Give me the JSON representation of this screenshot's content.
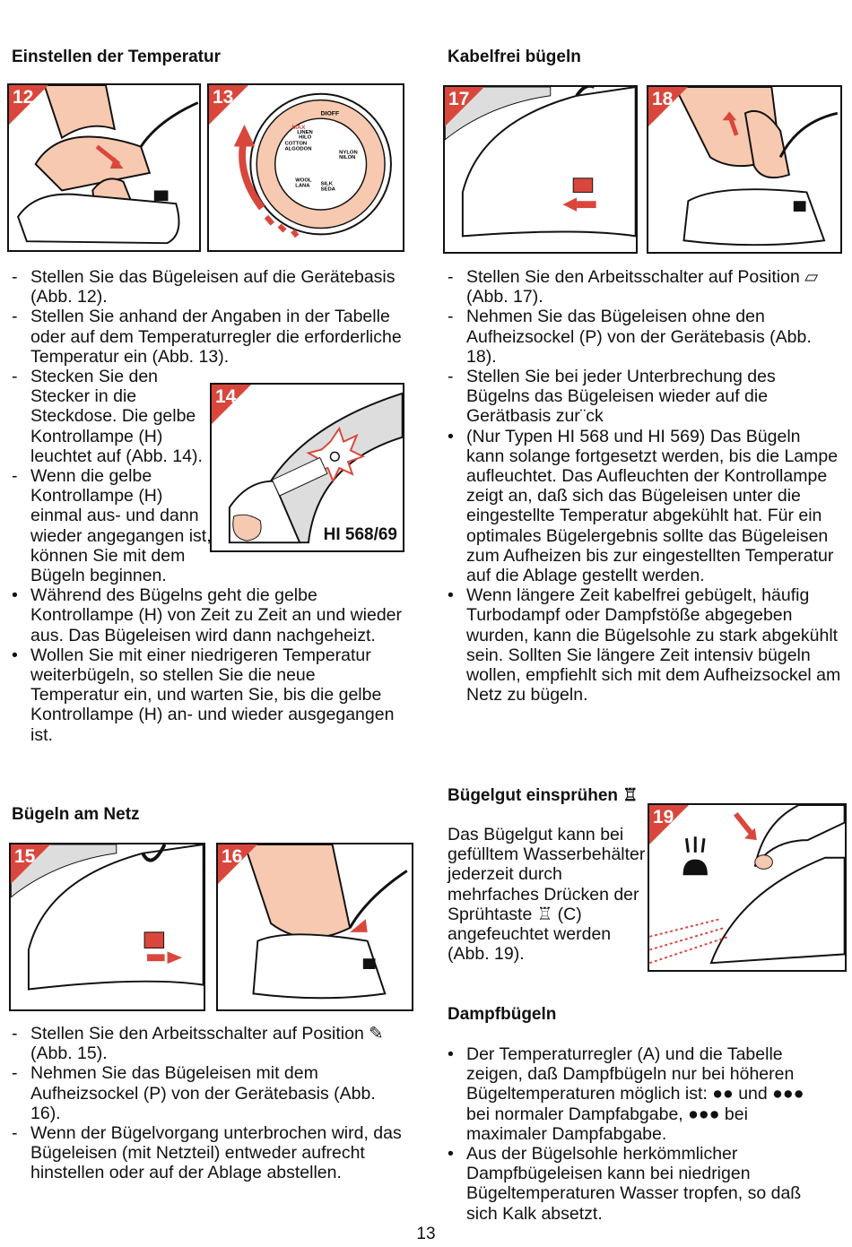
{
  "left": {
    "h_temp": "Einstellen der Temperatur",
    "fig12": "12",
    "fig13": "13",
    "fig14": "14",
    "fig14_model": "HI 568/69",
    "dial": {
      "max": "MAX",
      "dioff": "DIOFF",
      "linen": "LINEN",
      "hilo": "HILO",
      "cotton": "COTTON",
      "algodon": "ALGODON",
      "nylon": "NYLON",
      "nilon": "NILON",
      "wool": "WOOL",
      "lana": "LANA",
      "silk": "SILK",
      "seda": "SEDA"
    },
    "temp_items": [
      {
        "m": "-",
        "t": "Stellen Sie das Bügeleisen auf die Gerätebasis (Abb. 12)."
      },
      {
        "m": "-",
        "t": "Stellen Sie anhand der Angaben in der Tabelle oder auf dem Temperaturregler die erforderliche Temperatur ein (Abb. 13)."
      },
      {
        "m": "-",
        "t": "Stecken Sie den Stecker in die Steckdose. Die gelbe Kontrollampe (H) leuchtet auf (Abb. 14)."
      },
      {
        "m": "-",
        "t": "Wenn die gelbe Kontrollampe (H) einmal aus- und dann wieder angegangen ist, können Sie mit dem Bügeln beginnen."
      },
      {
        "m": "•",
        "t": "Während des Bügelns geht die gelbe Kontrollampe (H) von Zeit zu Zeit an und wieder aus. Das Bügeleisen wird dann nachgeheizt."
      },
      {
        "m": "•",
        "t": "Wollen Sie mit einer niedrigeren Temperatur weiterbügeln, so stellen Sie die neue Temperatur ein, und warten Sie, bis die gelbe Kontrollampe (H) an- und wieder ausgegangen ist."
      }
    ],
    "h_netz": "Bügeln am Netz",
    "fig15": "15",
    "fig16": "16",
    "netz_items": [
      {
        "m": "-",
        "t": "Stellen Sie den Arbeitsschalter auf Position ✎ (Abb. 15)."
      },
      {
        "m": "-",
        "t": "Nehmen Sie das Bügeleisen mit dem Aufheizsockel (P) von der Gerätebasis (Abb. 16)."
      },
      {
        "m": "-",
        "t": "Wenn der Bügelvorgang unterbrochen wird, das Bügeleisen (mit Netzteil) entweder aufrecht hinstellen oder auf der Ablage abstellen."
      }
    ]
  },
  "right": {
    "h_kabel": "Kabelfrei bügeln",
    "fig17": "17",
    "fig18": "18",
    "kabel_items": [
      {
        "m": "-",
        "t": "Stellen Sie den Arbeitsschalter auf Position ⏥ (Abb. 17)."
      },
      {
        "m": "-",
        "t": "Nehmen Sie das Bügeleisen ohne den Aufheizsockel (P) von der Gerätebasis (Abb. 18)."
      },
      {
        "m": "-",
        "t": "Stellen Sie bei jeder Unterbrechung des Bügelns das Bügeleisen wieder auf die Gerätbasis zur¨ck"
      },
      {
        "m": "•",
        "t": "(Nur Typen HI 568 und HI 569) Das Bügeln kann solange fortgesetzt werden, bis die Lampe aufleuchtet. Das Aufleuchten der Kontrollampe zeigt an, daß sich das Bügeleisen unter die eingestellte Temperatur abgekühlt hat. Für ein optimales Bügelergebnis sollte das Bügeleisen zum Aufheizen bis zur eingestellten Temperatur auf die Ablage gestellt werden."
      },
      {
        "m": "•",
        "t": "Wenn längere Zeit kabelfrei gebügelt, häufig Turbodampf oder Dampfstöße abgegeben wurden, kann die Bügelsohle zu stark abgekühlt sein. Sollten Sie längere Zeit intensiv bügeln wollen, empfiehlt sich mit dem Aufheizsockel am Netz zu bügeln."
      }
    ],
    "h_spray": "Bügelgut einsprühen ♖",
    "fig19": "19",
    "spray_text": "Das Bügelgut kann bei gefülltem Wasserbehälter jederzeit durch mehrfaches Drücken der Sprühtaste ♖ (C) angefeuchtet werden (Abb. 19).",
    "h_dampf": "Dampfbügeln",
    "dampf_items": [
      {
        "m": "•",
        "t": "Der Temperaturregler (A) und die Tabelle zeigen, daß Dampfbügeln nur bei höheren Bügeltemperaturen möglich ist: ●● und ●●● bei normaler Dampfabgabe, ●●● bei maximaler Dampfabgabe."
      },
      {
        "m": "•",
        "t": "Aus der Bügelsohle herkömmlicher Dampfbügeleisen kann bei niedrigen Bügeltemperaturen Wasser tropfen, so daß sich Kalk absetzt."
      }
    ]
  },
  "page_number": "13",
  "colors": {
    "accent": "#d9473c",
    "peach": "#f6c9b0"
  }
}
